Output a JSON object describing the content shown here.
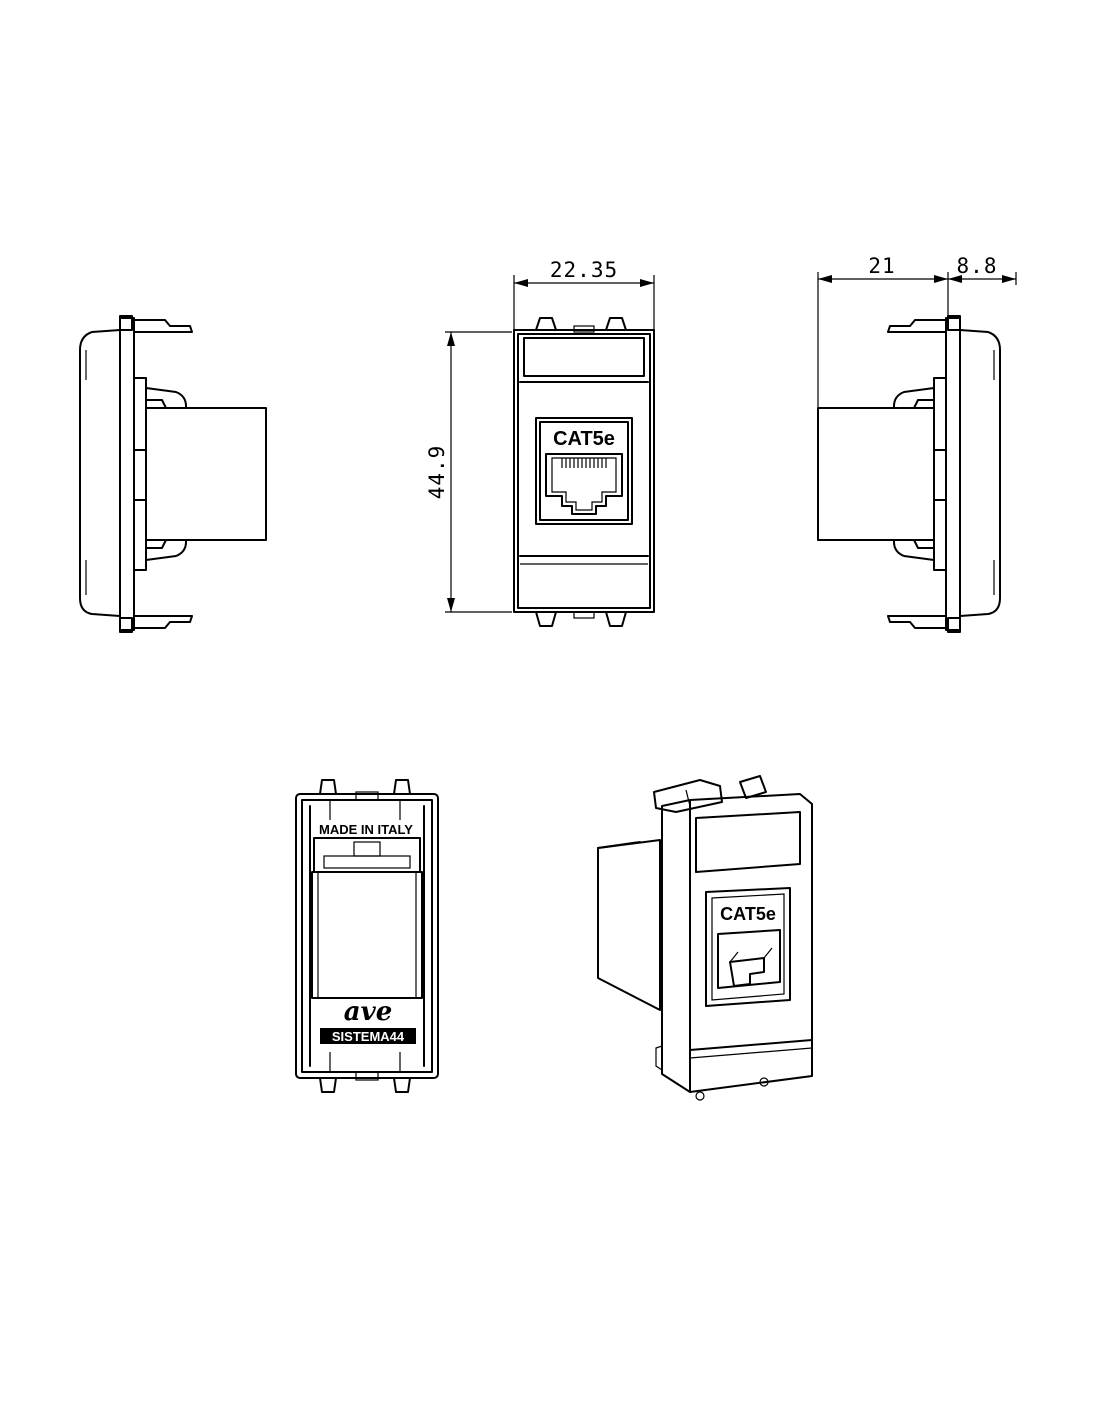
{
  "dimensions": {
    "width": "22.35",
    "height": "44.9",
    "depth": "21",
    "front_depth": "8.8"
  },
  "front_view": {
    "category_label": "CAT5e"
  },
  "rear_view": {
    "origin_label": "MADE IN ITALY",
    "brand_logo": "ave",
    "series_label": "SISTEMA44"
  },
  "iso_view": {
    "category_label": "CAT5e"
  },
  "colors": {
    "line": "#000000",
    "background": "#ffffff"
  }
}
